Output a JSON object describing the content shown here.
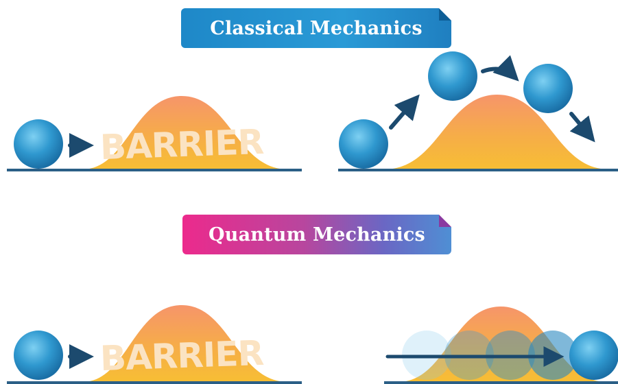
{
  "classical": {
    "title": "Classical Mechanics",
    "barrier_label": "BARRIER"
  },
  "quantum": {
    "title": "Quantum Mechanics",
    "barrier_label": "BARRIER"
  },
  "colors": {
    "ball": "#2a8fc4",
    "barrier_top": "#f59a63",
    "barrier_bottom": "#f6b93a",
    "ground": "#2b5f86",
    "arrow": "#1c4a6e",
    "classical_banner": "#1e88c8",
    "quantum_banner_start": "#ec2a8c",
    "quantum_banner_end": "#4f8fd4"
  }
}
